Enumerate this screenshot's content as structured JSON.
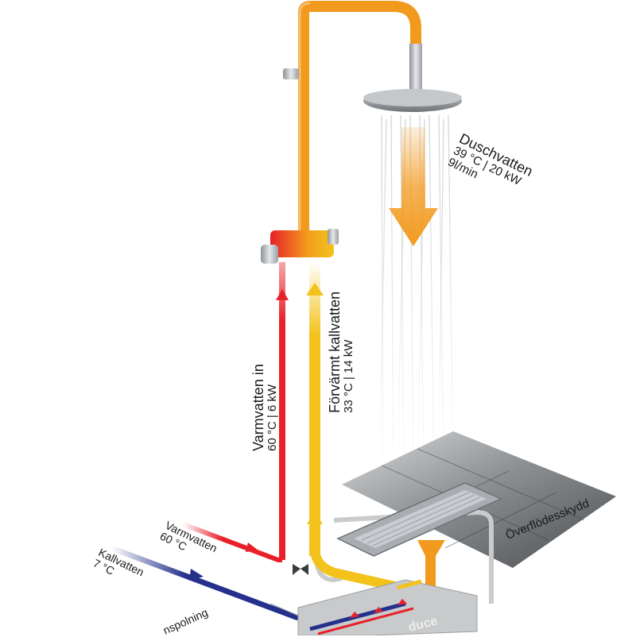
{
  "labels": {
    "shower_title": "Duschvatten",
    "shower_temp_power": "39 °C | 20 kW",
    "shower_flow": "9l/min",
    "hot_in_title": "Varmvatten in",
    "hot_in_temp_power": "60 °C | 6 kW",
    "preheated_title": "Förvärmt kallvatten",
    "preheated_temp_power": "33 °C | 14 kW",
    "overflow": "Överflödesskydd",
    "hot_water": "Varmvatten",
    "hot_water_temp": "60 °C",
    "cold_water": "Kallvatten",
    "cold_water_temp": "7 °C",
    "flush_partial": "nspolning",
    "brand_partial": "duce"
  },
  "colors": {
    "hot": "#e8202a",
    "cold": "#24308c",
    "preheated": "#f3c21b",
    "shower": "#f29a1e",
    "steel": "#b8bcc0",
    "floor": "#5a5d60"
  }
}
